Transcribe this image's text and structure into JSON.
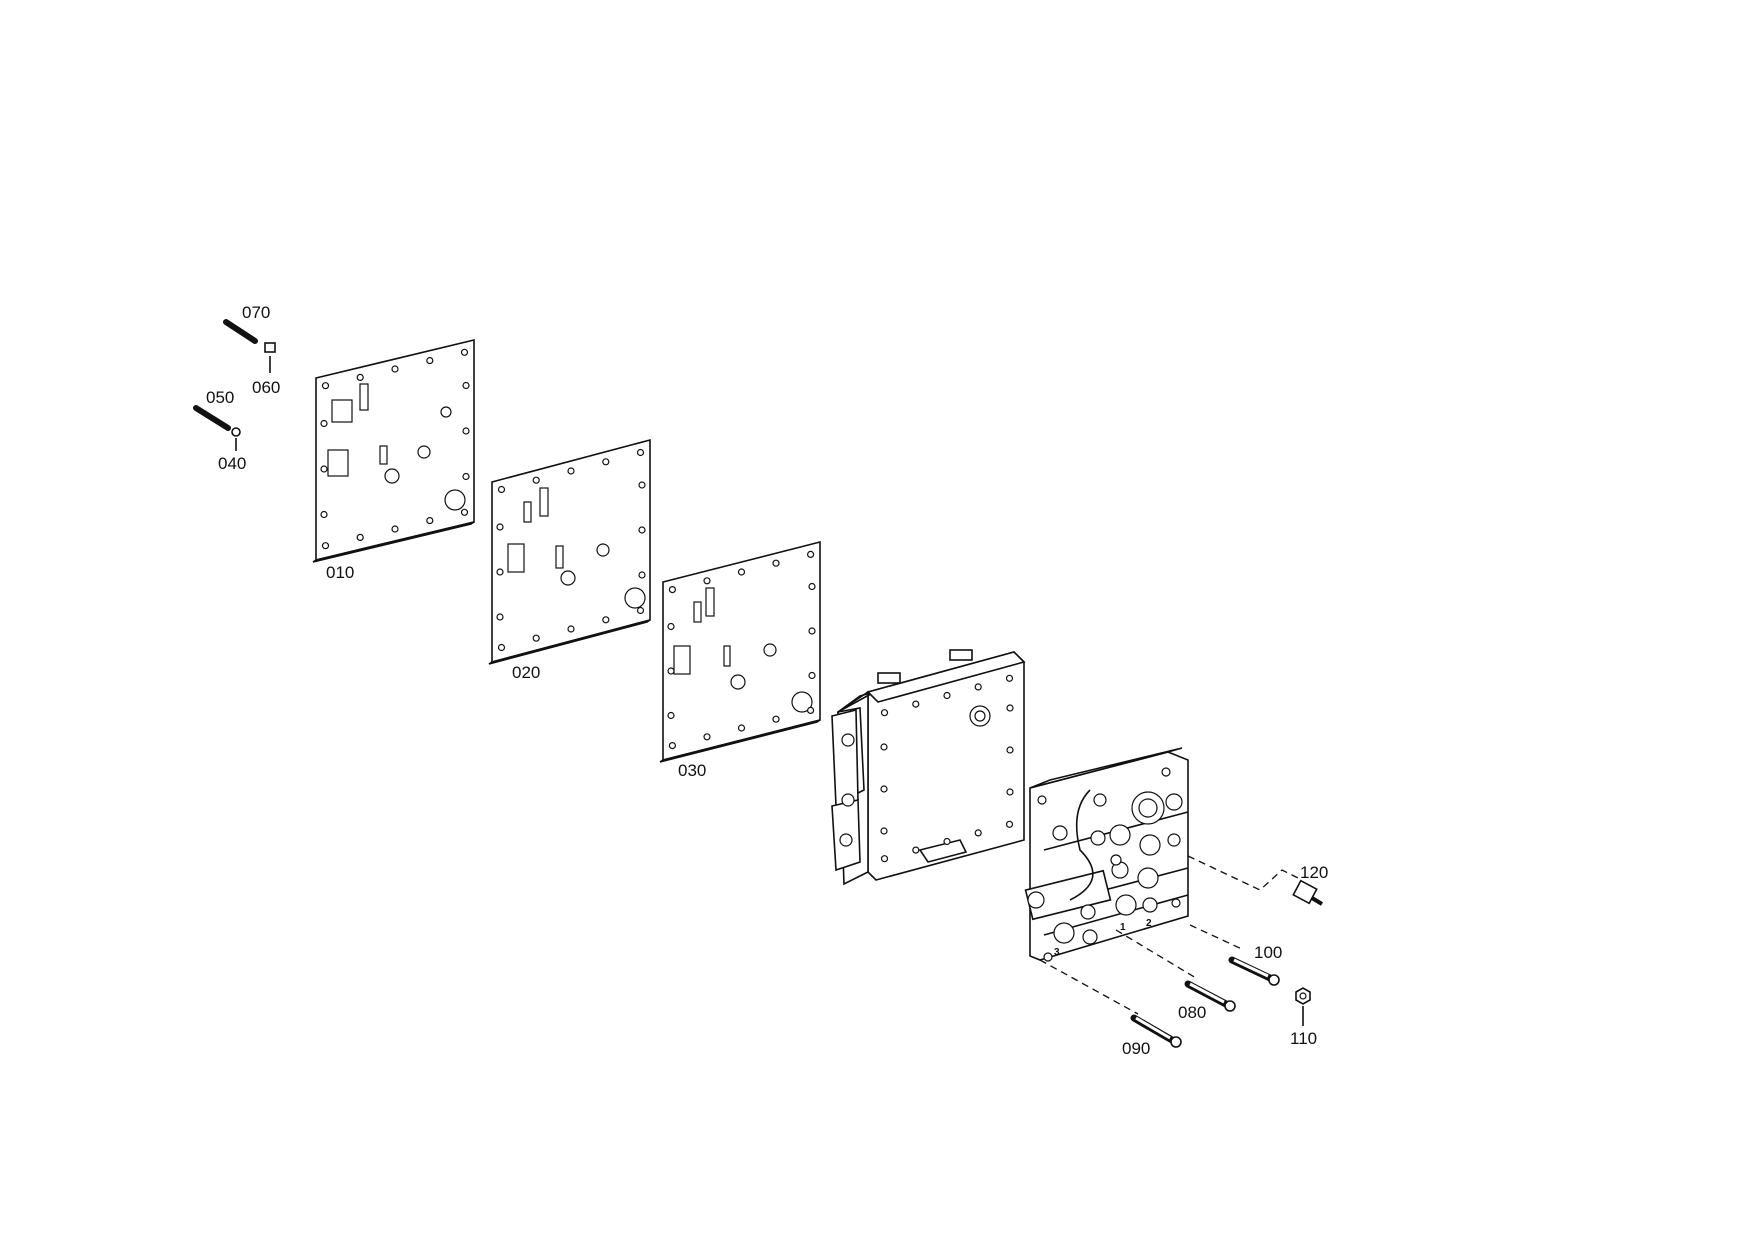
{
  "diagram": {
    "callouts": {
      "p010": "010",
      "p020": "020",
      "p030": "030",
      "p040": "040",
      "p050": "050",
      "p060": "060",
      "p070": "070",
      "p080": "080",
      "p090": "090",
      "p100": "100",
      "p110": "110",
      "p120": "120"
    },
    "port_marks": {
      "m1": "1",
      "m2": "2",
      "m3": "3"
    }
  }
}
